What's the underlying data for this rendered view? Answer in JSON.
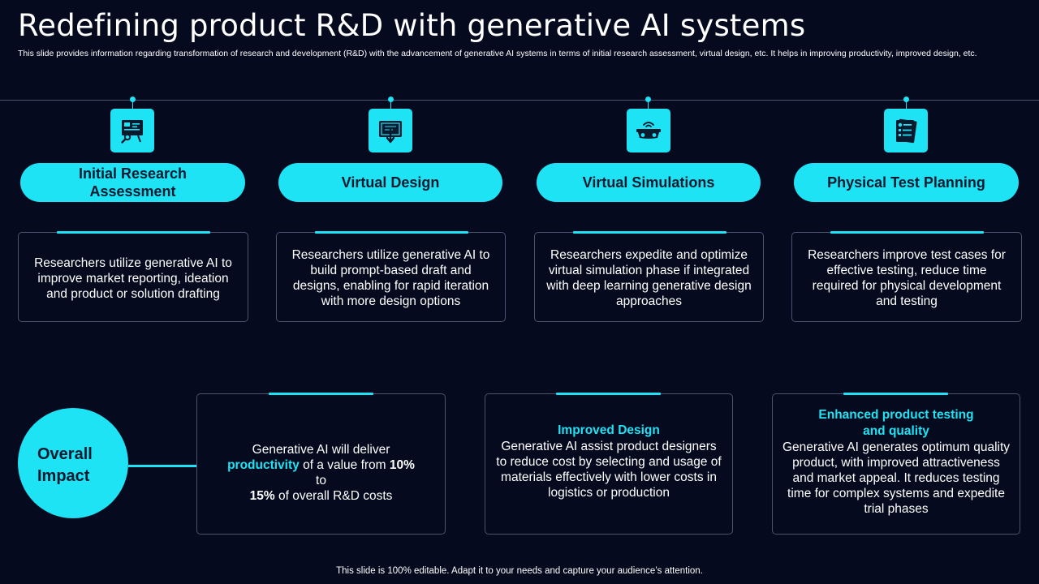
{
  "slide": {
    "title": "Redefining product R&D with generative AI systems",
    "subtitle": "This slide provides information regarding transformation of research and development (R&D) with the advancement of generative AI  systems in terms of initial research assessment, virtual design, etc. It helps in improving productivity, improved design, etc.",
    "footer": "This slide is 100% editable. Adapt it to your needs and capture your audience’s attention."
  },
  "colors": {
    "background": "#050a1e",
    "accent": "#1ee3f5",
    "border": "#4a5370",
    "text": "#ffffff"
  },
  "stages": [
    {
      "icon": "research-presentation-icon",
      "label": "Initial Research Assessment",
      "text": "Researchers utilize generative AI to improve market reporting, ideation and product or solution drafting"
    },
    {
      "icon": "blueprint-design-icon",
      "label": "Virtual Design",
      "text": "Researchers utilize generative AI to build prompt-based draft and designs, enabling for rapid iteration with more design options"
    },
    {
      "icon": "vr-headset-icon",
      "label": "Virtual Simulations",
      "text": "Researchers expedite and optimize virtual simulation phase if integrated with deep learning generative design approaches"
    },
    {
      "icon": "test-checklist-icon",
      "label": "Physical Test Planning",
      "text": "Researchers improve test cases for effective testing, reduce time required for physical development and testing"
    }
  ],
  "impact": {
    "label_line1": "Overall",
    "label_line2": "Impact",
    "productivity": {
      "t1": "Generative AI will deliver",
      "t2": "productivity",
      "t3": " of a value  from ",
      "t4": "10%",
      "t5": " to",
      "t6": "15%",
      "t7": " of overall R&D costs"
    },
    "design": {
      "heading": "Improved Design",
      "text": "Generative AI assist product designers to reduce cost by selecting and usage of materials effectively with lower costs in logistics or production"
    },
    "testing": {
      "heading": "Enhanced product testing and quality",
      "text": "Generative AI generates optimum quality product, with improved attractiveness and market appeal. It reduces testing time for complex systems and expedite trial phases"
    }
  }
}
